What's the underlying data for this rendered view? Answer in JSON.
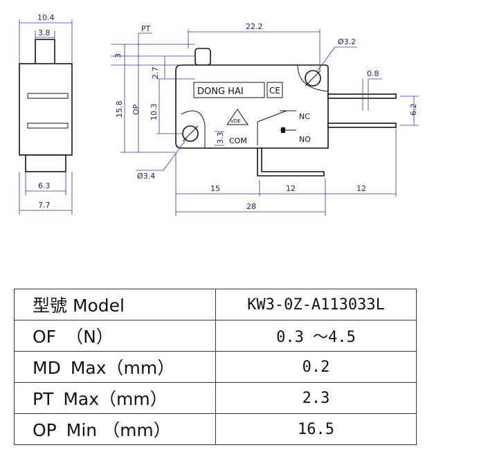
{
  "drawing": {
    "side_view": {
      "top_width": "10.4",
      "plunger_width": "3.8",
      "base_width": "6.3",
      "overall_width": "7.7"
    },
    "front_view": {
      "pt_label": "PT",
      "length_top": "22.2",
      "hole_right": "Ø3.2",
      "terminal_thickness": "0.8",
      "terminal_pitch": "6.2",
      "dim_3": "3",
      "dim_27": "2.7",
      "height_158": "15.8",
      "op_label": "OP",
      "height_103": "10.3",
      "dim_33": "3.3",
      "hole_left": "Ø3.4",
      "seg_15": "15",
      "seg_12a": "12",
      "seg_12b": "12",
      "length_28": "28",
      "brand": "DONG HAI",
      "ce_mark": "CE",
      "vde_mark": "VDE",
      "com_label": "COM",
      "nc_label": "NC",
      "no_label": "NO"
    }
  },
  "spec_table": {
    "rows": [
      {
        "key": "型號 Model",
        "unit": "",
        "value": "KW3-0Z-A113033L"
      },
      {
        "key": "OF",
        "unit": "（N）",
        "value": "0.3 ～4.5"
      },
      {
        "key": "MD",
        "unit": "Max（mm）",
        "value": "0.2"
      },
      {
        "key": "PT",
        "unit": "Max（mm）",
        "value": "2.3"
      },
      {
        "key": "OP",
        "unit": "Min （mm）",
        "value": "16.5"
      }
    ]
  }
}
